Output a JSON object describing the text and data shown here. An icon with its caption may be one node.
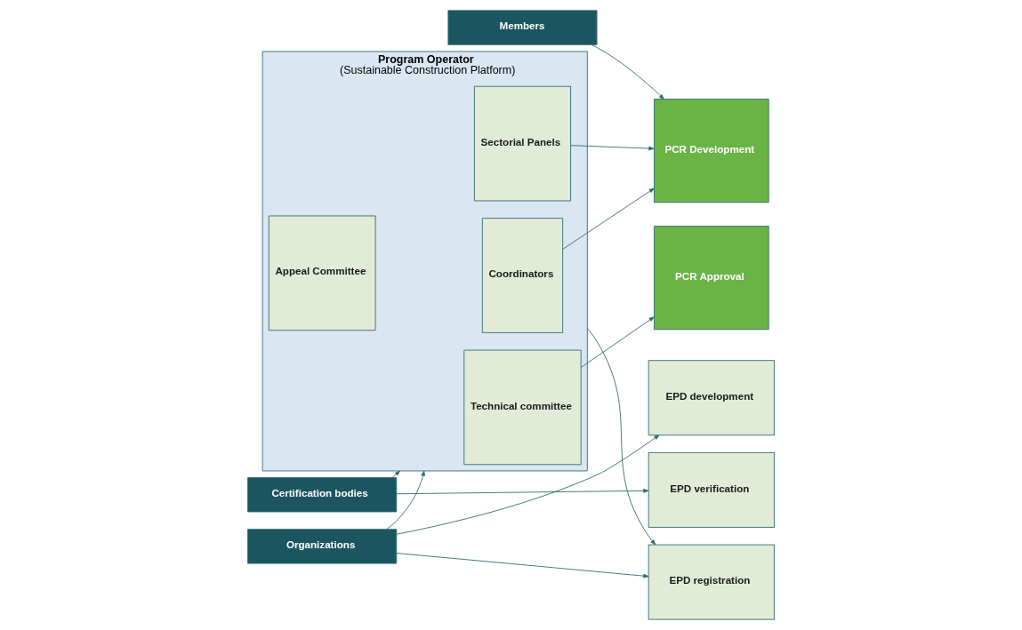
{
  "diagram": {
    "nodes": [
      {
        "text": [
          "Program Operator",
          "(Sustainable Construction Platform)"
        ]
      },
      {
        "text": [
          "Coordinators"
        ],
        "in": 0
      },
      {
        "text": [
          "Sectorial Panels"
        ],
        "in": 0
      },
      {
        "text": [
          "Technical committee"
        ],
        "in": 0
      },
      {
        "text": [
          "Appeal Committee"
        ],
        "in": 0
      },
      {
        "text": [
          "PCR Development"
        ]
      },
      {
        "text": [
          "PCR Approval"
        ]
      },
      {
        "text": [
          "Members"
        ]
      },
      {
        "text": [
          "Organizations"
        ]
      },
      {
        "text": [
          "Certification bodies"
        ]
      },
      {
        "text": [
          "EPD development"
        ]
      },
      {
        "text": [
          "EPD verification"
        ]
      },
      {
        "text": [
          "EPD registration"
        ]
      }
    ],
    "edges": [
      {
        "from": 2,
        "to": 5,
        "arrow": "to"
      },
      {
        "from": 1,
        "to": 5,
        "arrow": "to"
      },
      {
        "from": 3,
        "to": 6,
        "arrow": "to"
      },
      {
        "from": 7,
        "to": 5,
        "arrow": "to"
      },
      {
        "from": 8,
        "to": 0,
        "arrow": "to"
      },
      {
        "from": 8,
        "to": 10,
        "arrow": "to"
      },
      {
        "from": 8,
        "to": 12,
        "arrow": "to"
      },
      {
        "from": 9,
        "to": 0,
        "arrow": "to"
      },
      {
        "from": 9,
        "to": 11,
        "arrow": "to"
      },
      {
        "from": 0,
        "to": 12,
        "arrow": "to"
      }
    ]
  }
}
